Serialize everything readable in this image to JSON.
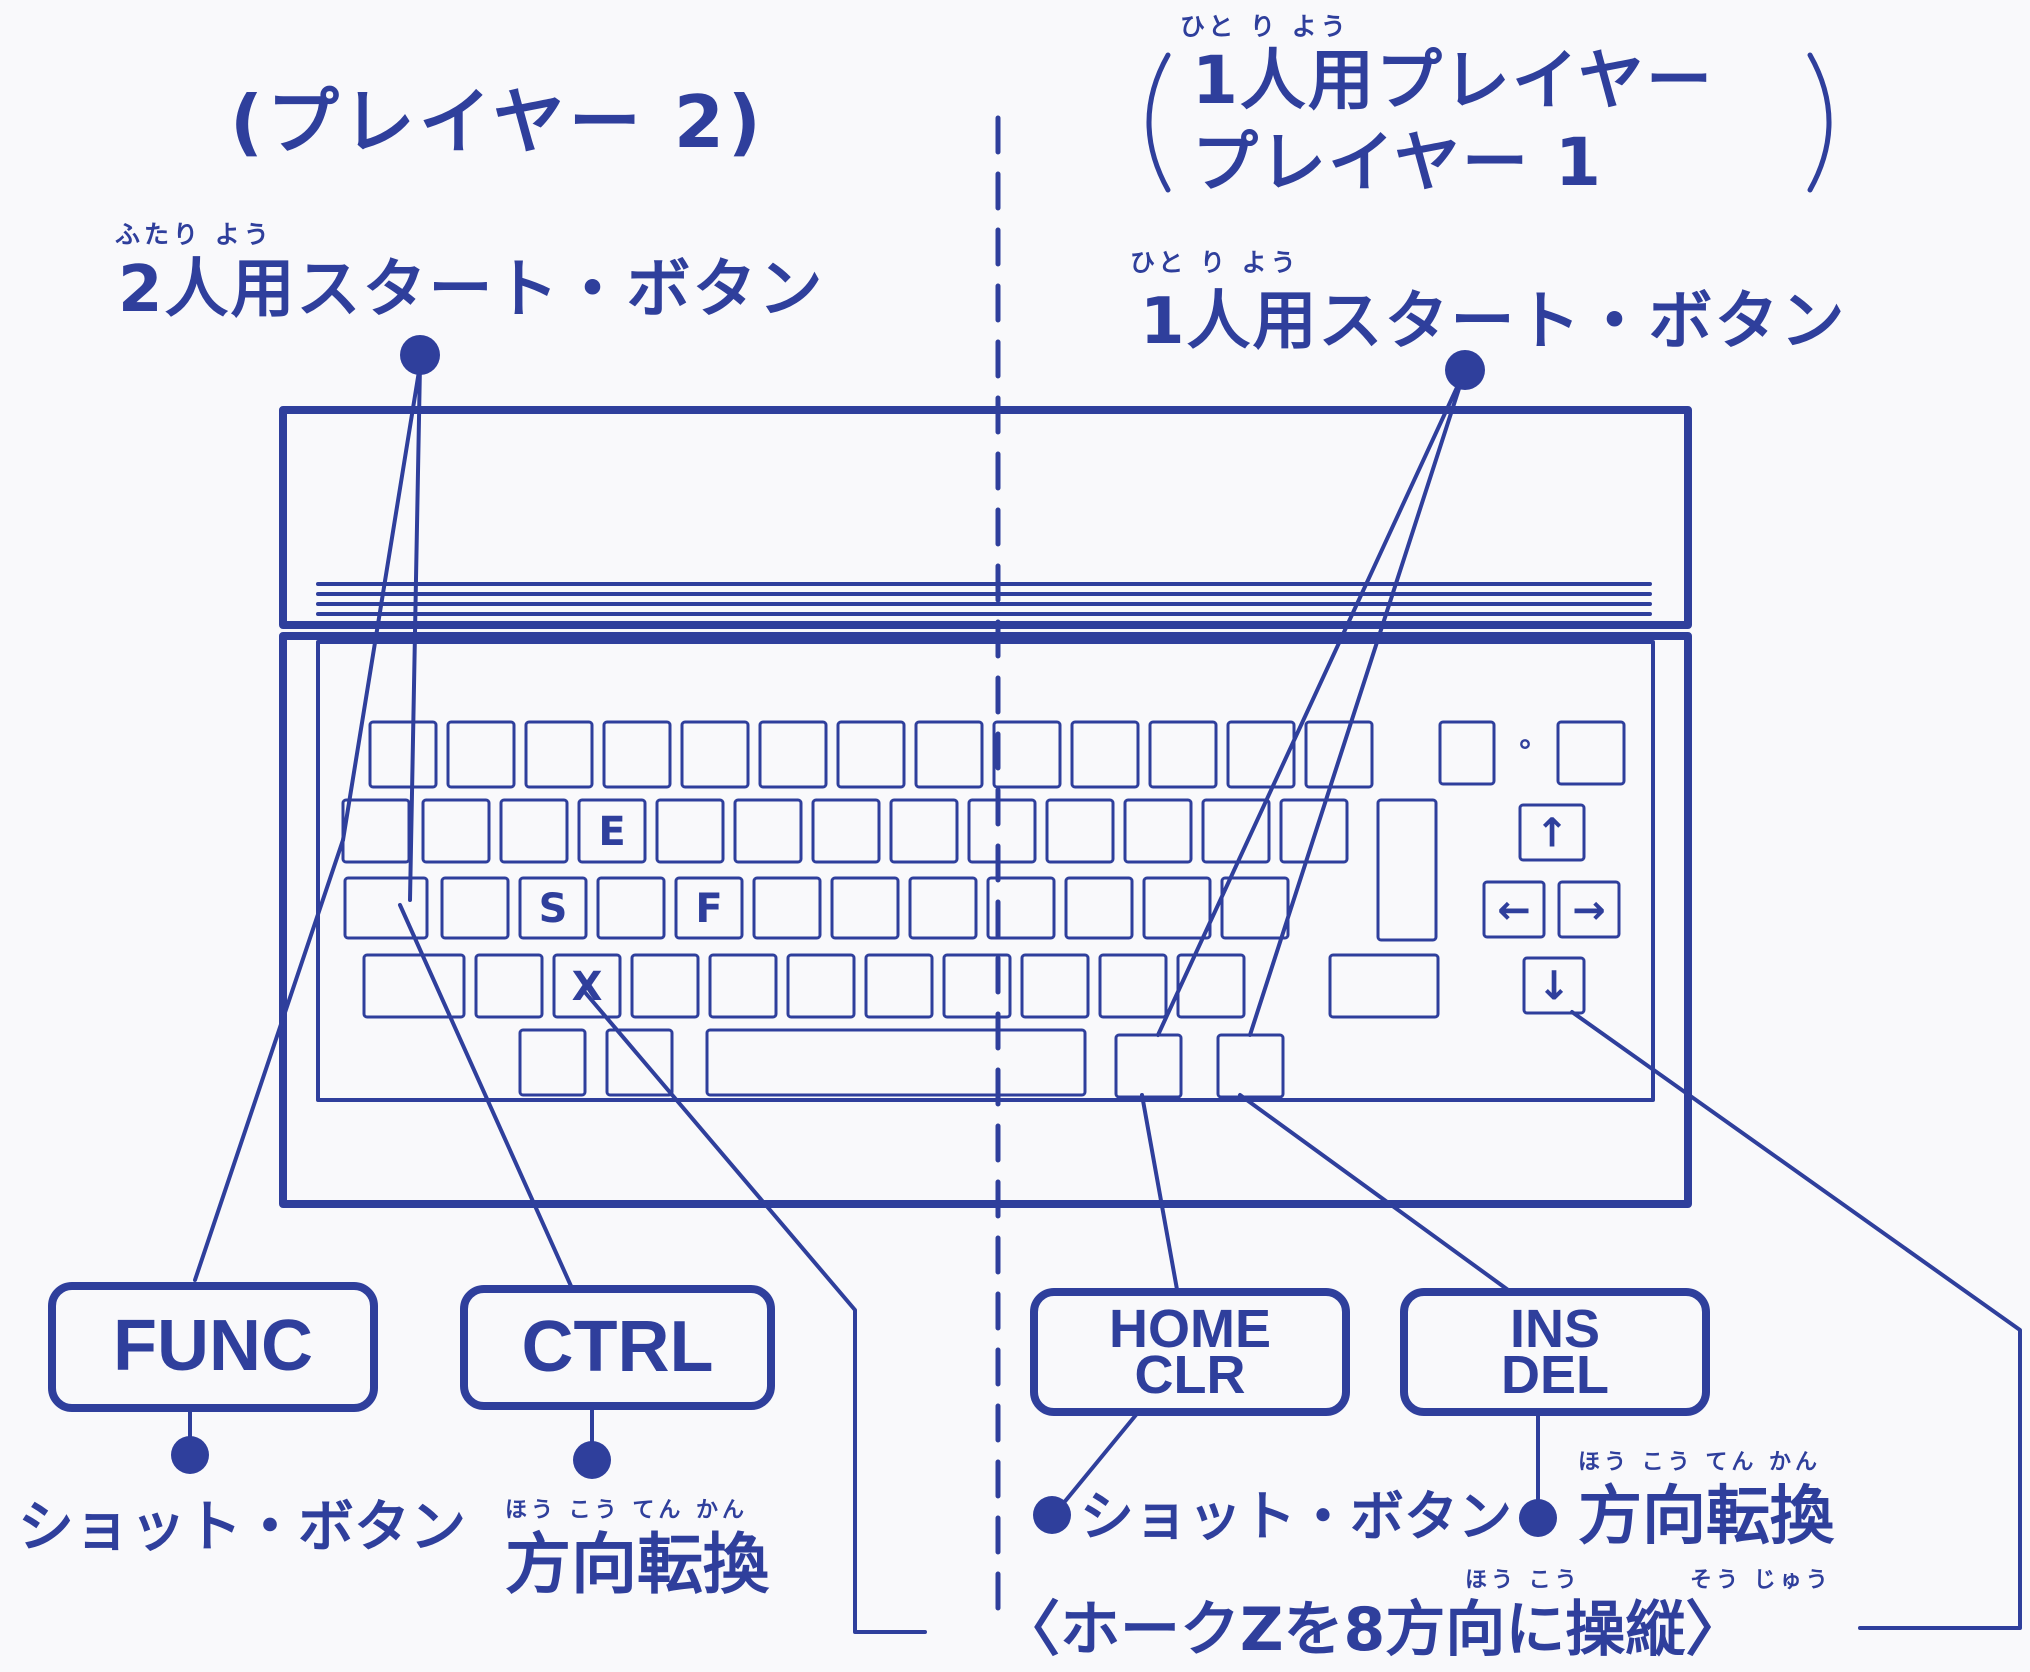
{
  "player2": {
    "heading": "(プレイヤー 2)",
    "start": {
      "ruby": "ふたり よう",
      "label": "2人用スタート・ボタン"
    },
    "key_func": "FUNC",
    "key_ctrl": "CTRL",
    "shot": "ショット・ボタン",
    "turn": {
      "ruby": "ほう こう てん かん",
      "label": "方向転換"
    }
  },
  "player1": {
    "heading_ruby": "ひと り よう",
    "heading_line1": "1人用プレイヤー",
    "heading_line2": "プレイヤー 1",
    "start": {
      "ruby": "ひと り よう",
      "label": "1人用スタート・ボタン"
    },
    "key_home": [
      "HOME",
      "CLR"
    ],
    "key_ins": [
      "INS",
      "DEL"
    ],
    "shot": "ショット・ボタン",
    "turn": {
      "ruby": "ほう こう てん かん",
      "label": "方向転換"
    }
  },
  "keyboard": {
    "key_labels": {
      "e": "E",
      "s": "S",
      "f": "F",
      "x": "X",
      "up": "↑",
      "left": "←",
      "right": "→",
      "down": "↓",
      "dot": "°"
    }
  },
  "bottom": {
    "ruby_left": "ほう こう",
    "ruby_right": "そう じゅう",
    "label": "〈ホークZを8方向に操縦〉"
  }
}
